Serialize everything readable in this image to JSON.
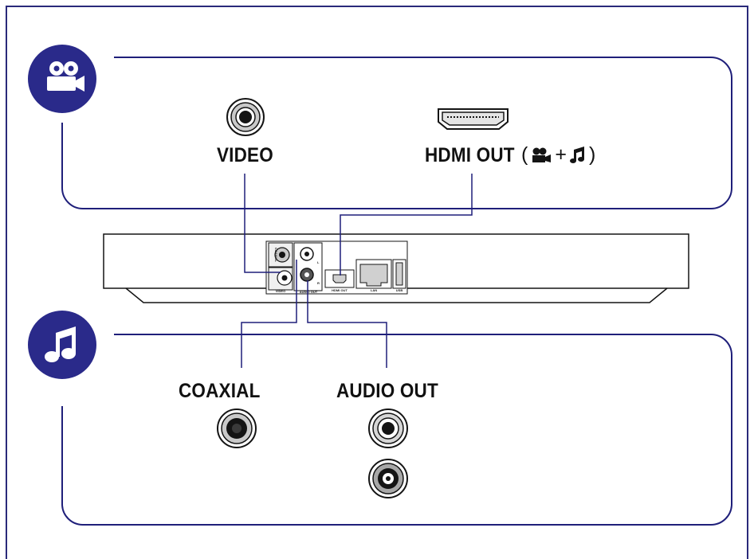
{
  "video_section": {
    "icon": "video-camera-icon",
    "video_label": "VIDEO",
    "hdmi_label": "HDMI OUT",
    "hdmi_note": {
      "open": "(",
      "video_symbol": "video-camera-icon",
      "plus": "+",
      "audio_symbol": "music-note-icon",
      "close": ")"
    }
  },
  "audio_section": {
    "icon": "music-note-icon",
    "coaxial_label": "COAXIAL",
    "audio_out_label": "AUDIO OUT"
  },
  "rear_panel": {
    "labels": {
      "coaxial": "COAXIAL",
      "video": "VIDEO",
      "left": "L",
      "right": "R",
      "audio_out": "AUDIO OUT",
      "hdmi": "HDMI OUT",
      "lan": "LAN",
      "usb": "USB"
    }
  },
  "colors": {
    "accent": "#2a2a8a",
    "line": "#1f1f7a",
    "jack_ring": "#c9c9c9",
    "jack_dark": "#141414"
  }
}
